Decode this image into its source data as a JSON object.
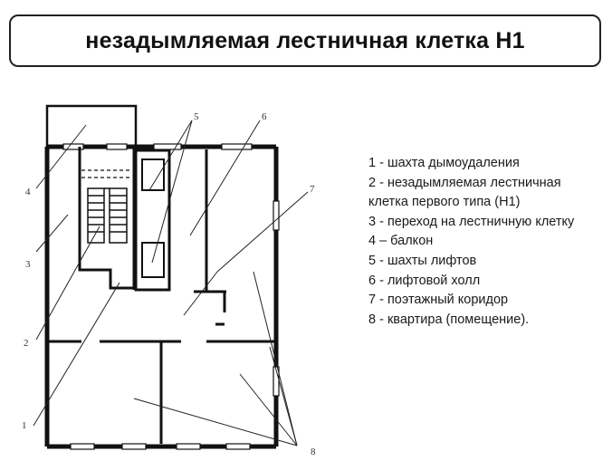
{
  "title": "незадымляемая лестничная клетка Н1",
  "legend": [
    "1 - шахта дымоудаления",
    "2 - незадымляемая лестничная",
    "клетка первого типа (Н1)",
    "3 - переход на лестничную клетку",
    "4 – балкон",
    "5 - шахты лифтов",
    "6 - лифтовой холл",
    "7 - поэтажный коридор",
    "8 - квартира (помещение)."
  ],
  "callouts": {
    "c1": "1",
    "c2": "2",
    "c3": "3",
    "c4": "4",
    "c5": "5",
    "c6": "6",
    "c7": "7",
    "c8": "8"
  }
}
